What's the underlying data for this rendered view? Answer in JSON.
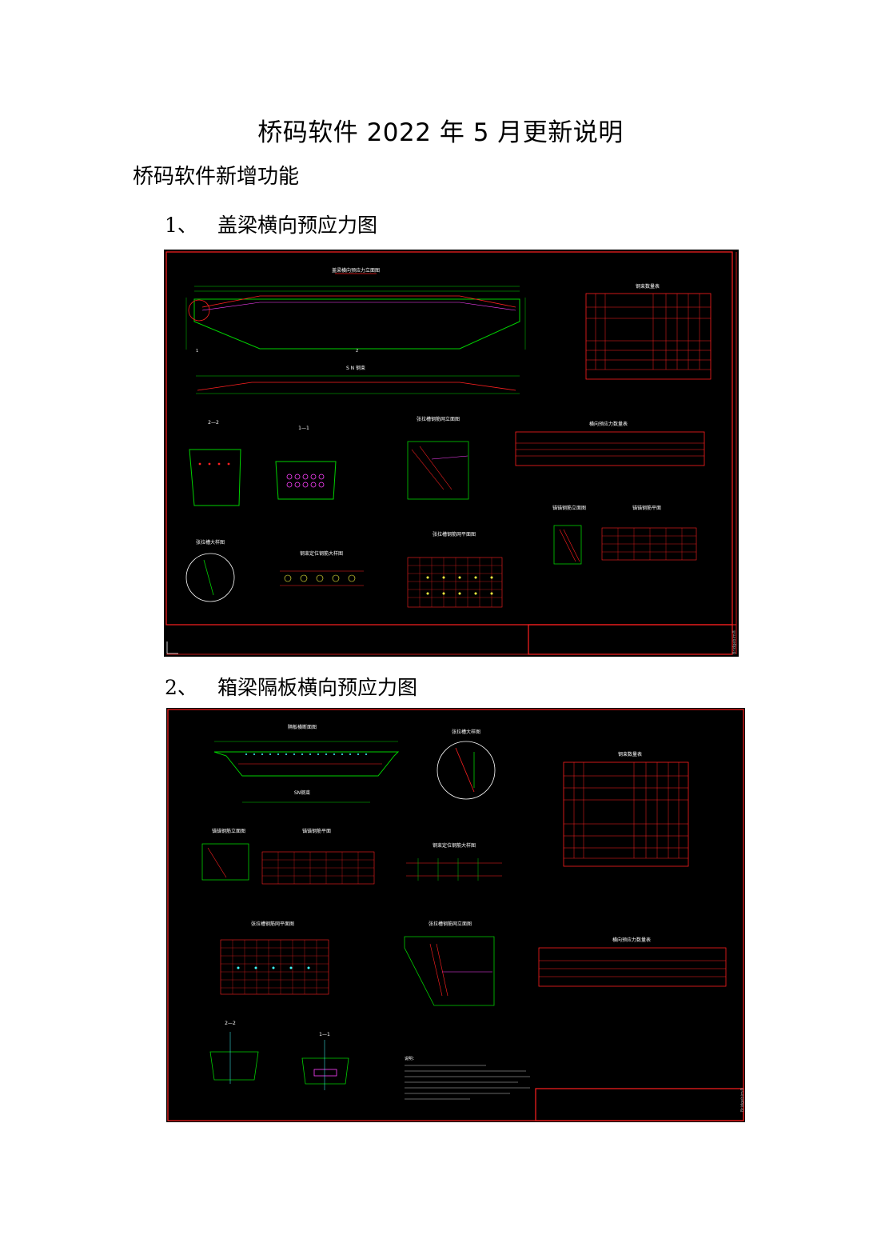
{
  "document": {
    "title": "桥码软件 2022 年 5 月更新说明",
    "section_heading": "桥码软件新增功能",
    "items": [
      {
        "number": "1、",
        "label": "盖梁横向预应力图"
      },
      {
        "number": "2、",
        "label": "箱梁隔板横向预应力图"
      }
    ]
  },
  "drawing1": {
    "titles": {
      "elevation": "盖梁横向预应力立面图",
      "steel_table": "钢束数量表",
      "tendon_detail": "S N 钢束",
      "sec_1": "1—1",
      "sec_2": "2—2",
      "anchor_elev": "张拉槽钢筋网立面图",
      "stress_table": "横向预应力数量表",
      "spiral_elev": "锚锚钢筋立面图",
      "spiral_plan": "锚锚钢筋平面",
      "pocket_detail": "张拉槽大样图",
      "duct_detail": "钢束定位钢筋大样图",
      "mesh_plan": "张拉槽钢筋网平面图"
    },
    "stamp": "Bridgebim®"
  },
  "drawing2": {
    "titles": {
      "diaphragm": "隔板横断面图",
      "pocket_detail": "张拉槽大样图",
      "steel_table": "钢束数量表",
      "tendon": "SN钢束",
      "spiral_elev": "锚锚钢筋立面图",
      "spiral_plan": "锚锚钢筋平面",
      "duct_detail": "钢束定位钢筋大样图",
      "mesh_plan": "张拉槽钢筋网平面图",
      "anchor_elev": "张拉槽钢筋网立面图",
      "stress_table": "横向预应力数量表",
      "sec_2": "2—2",
      "sec_1": "1—1",
      "notes_head": "说明："
    },
    "stamp": "Bridgebim®"
  },
  "colors": {
    "cad_background": "#000000",
    "cad_green": "#00d000",
    "cad_red": "#ff2020",
    "cad_magenta": "#ff40ff",
    "cad_white": "#ffffff",
    "cad_yellow": "#ffff40",
    "cad_cyan": "#40ffff"
  }
}
